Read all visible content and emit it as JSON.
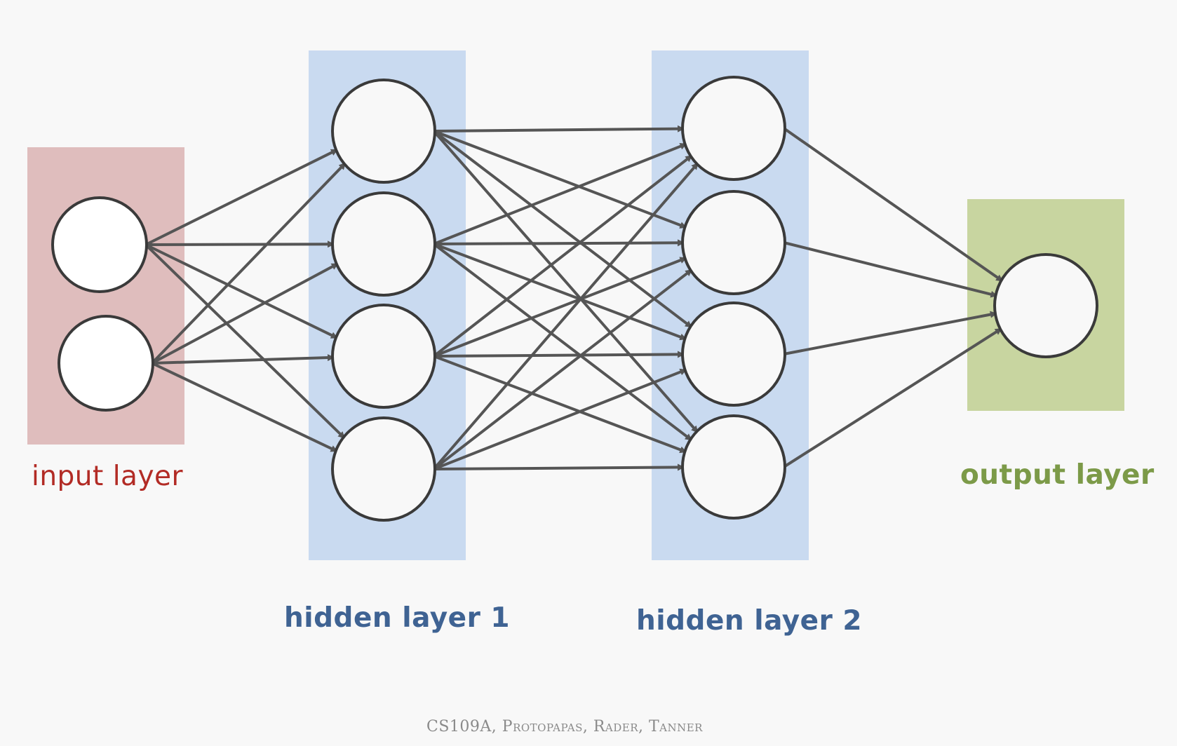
{
  "labels": {
    "input_layer": "input layer",
    "hidden_layer_1": "hidden layer 1",
    "hidden_layer_2": "hidden layer 2",
    "output_layer": "output layer"
  },
  "credit": "CS109A, Protopapas, Rader, Tanner",
  "colors": {
    "background": "#f8f8f8",
    "input_band": "#dfbdbd",
    "hidden_band": "#c9daf0",
    "output_band": "#c8d5a0",
    "input_label": "#b22b25",
    "hidden_label": "#3f6393",
    "output_label": "#7c9a48",
    "node_stroke": "#3a3a3a",
    "edge": "#555555"
  },
  "network": {
    "layer_sizes": [
      2,
      4,
      4,
      1
    ],
    "fully_connected": true
  }
}
